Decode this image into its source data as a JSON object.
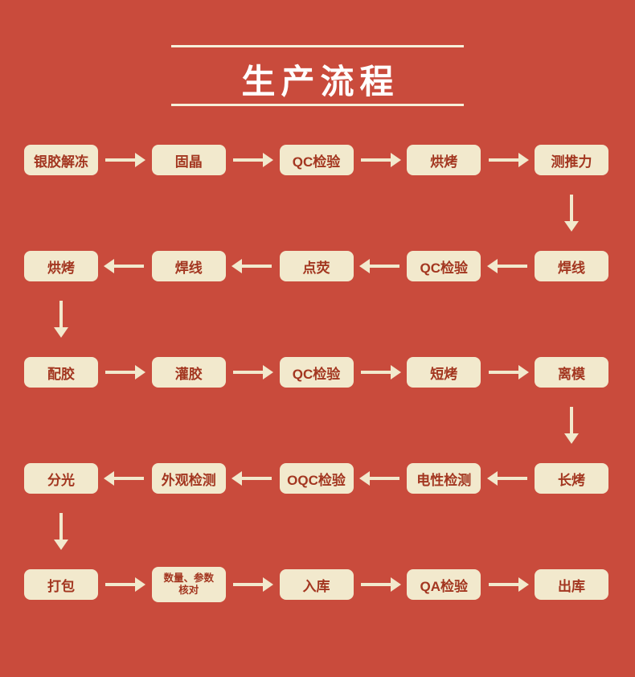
{
  "title": "生产流程",
  "colors": {
    "background": "#c94b3c",
    "box_bg": "#f2e9cd",
    "box_text": "#a33620",
    "title_text": "#ffffff",
    "divider": "#f6efda",
    "arrow": "#f2e9cd"
  },
  "flow_rows": [
    {
      "direction": "right",
      "steps": [
        "银胶解冻",
        "固晶",
        "QC检验",
        "烘烤",
        "测推力"
      ]
    },
    {
      "direction": "left",
      "steps": [
        "烘烤",
        "焊线",
        "点荧",
        "QC检验",
        "焊线"
      ]
    },
    {
      "direction": "right",
      "steps": [
        "配胶",
        "灌胶",
        "QC检验",
        "短烤",
        "离模"
      ]
    },
    {
      "direction": "left",
      "steps": [
        "分光",
        "外观检测",
        "OQC检验",
        "电性检测",
        "长烤"
      ]
    },
    {
      "direction": "right",
      "steps": [
        "打包",
        "数量、参数\n核对",
        "入库",
        "QA检验",
        "出库"
      ]
    }
  ],
  "connectors": [
    {
      "from_row": 1,
      "to_row": 2,
      "side": "right",
      "direction": "down"
    },
    {
      "from_row": 2,
      "to_row": 3,
      "side": "left",
      "direction": "down"
    },
    {
      "from_row": 3,
      "to_row": 4,
      "side": "right",
      "direction": "down"
    },
    {
      "from_row": 4,
      "to_row": 5,
      "side": "left",
      "direction": "down"
    }
  ]
}
